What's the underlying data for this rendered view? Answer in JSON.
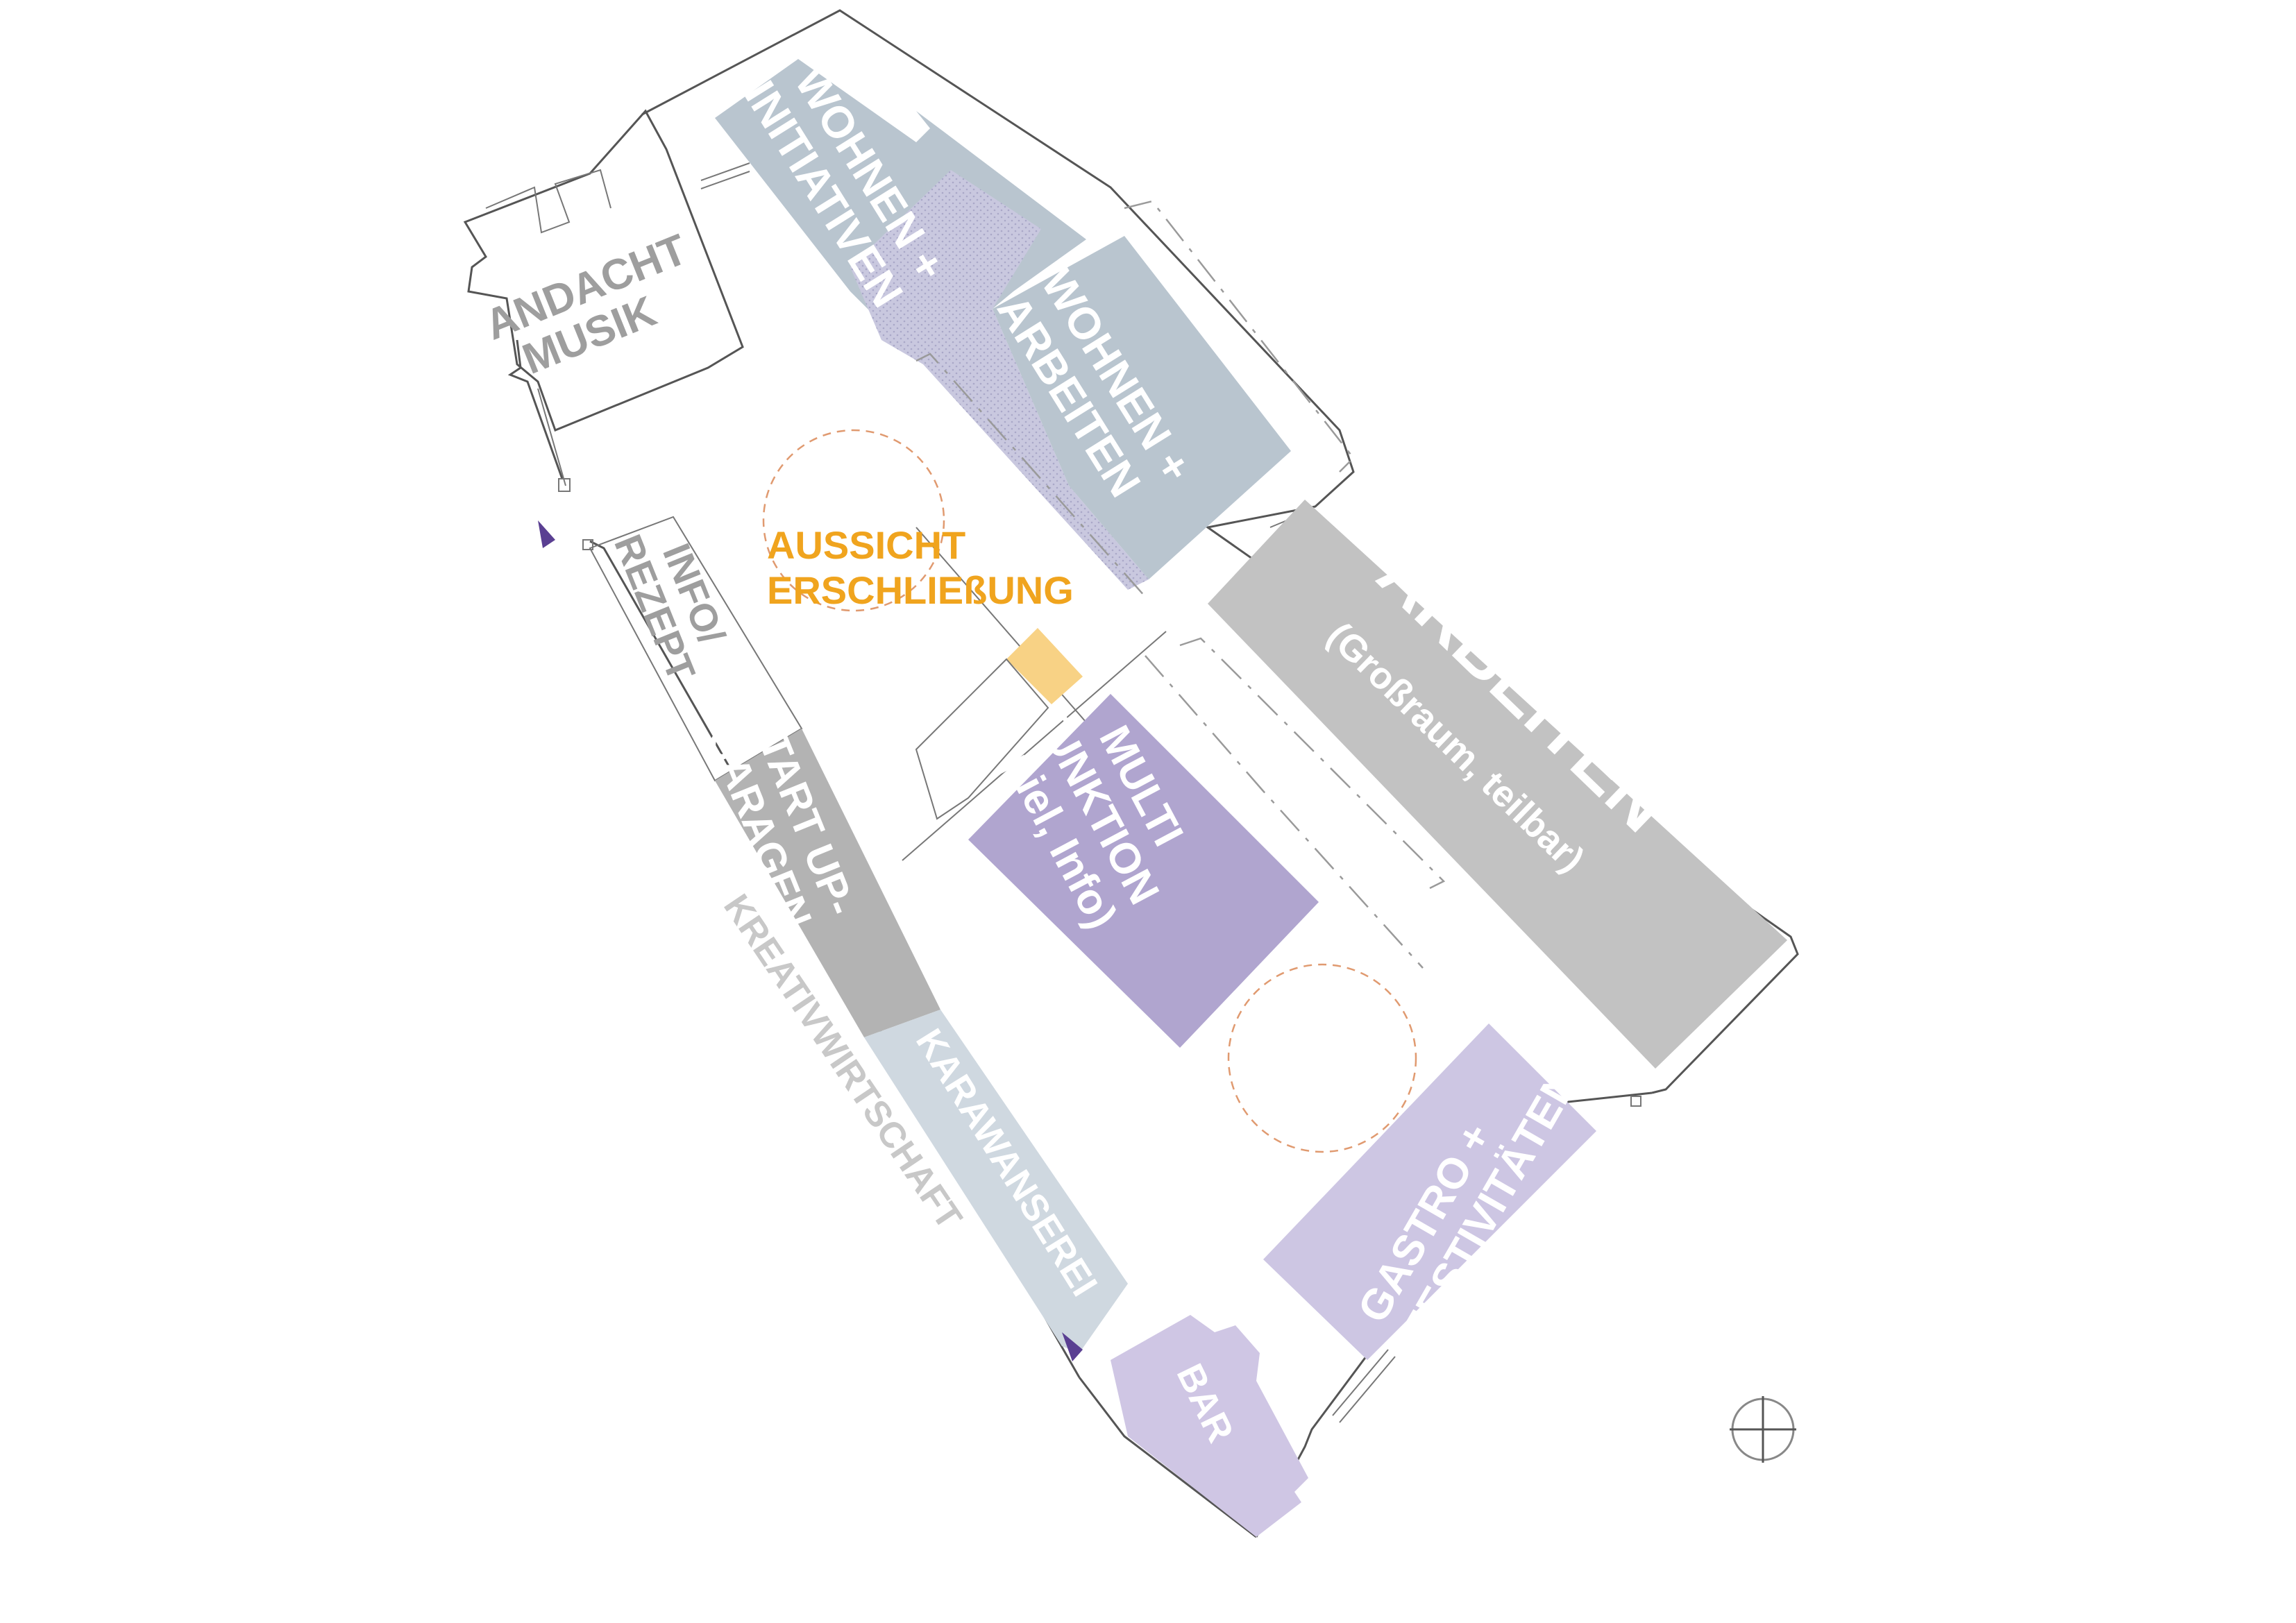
{
  "colors": {
    "wohnen": "#b9c5cf",
    "wohnen_dots": "#c9c8df",
    "arbeiten": "#c2c2c2",
    "multifunktion": "#b0a5cf",
    "gastro": "#cdc6e3",
    "startup": "#b3b3b3",
    "karawanserei": "#cfd8e0",
    "bar": "#cfc6e4",
    "aussicht": "#f8d285",
    "entrance_marker": "#5a3f92",
    "label_orange": "#f0a41e"
  },
  "zones": {
    "wohnen_initiativen": {
      "line1": "WOHNEN +",
      "line2": "INITIATIVEN"
    },
    "wohnen_arbeiten": {
      "line1": "WOHNEN +",
      "line2": "ARBEITEN"
    },
    "arbeiten": {
      "line1": "ARBEITEN",
      "line2": "(Großraum, teilbar)"
    },
    "multi": {
      "line1": "MULTI",
      "line2": "FUNKTION",
      "line3": "(Spiel, Info)"
    },
    "gastro": {
      "line1": "GASTRO +",
      "line2": "FESTIVITÄTEN"
    },
    "startup": {
      "line1": "START UP-",
      "line2": "GARAGEN"
    },
    "karawanserei": {
      "line1": "KARAWANSEREI"
    },
    "bar": {
      "line1": "BAR"
    },
    "info": {
      "line1": "INFO/",
      "line2": "REZEPT"
    },
    "andacht": {
      "line1": "ANDACHT",
      "line2": "MUSIK"
    },
    "aussicht": {
      "line1": "AUSSICHT",
      "line2": "ERSCHLIEßUNG"
    },
    "kreativ": {
      "line1": "KREATIVWIRTSCHAFT"
    }
  },
  "icons": {
    "entrance": "entrance-triangle-icon",
    "compass": "north-cross-icon"
  }
}
